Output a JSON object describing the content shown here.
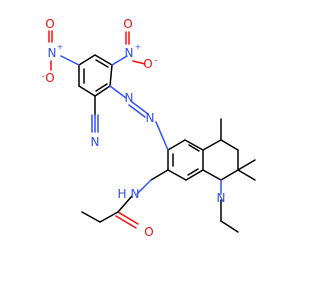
{
  "molecule": {
    "colors": {
      "carbon": "#000000",
      "nitrogen": "#3050F8",
      "oxygen": "#FF0D0D"
    },
    "labels": {
      "n_nitro_left": "N",
      "n_nitro_right": "N",
      "n_cyano": "N",
      "n_azo_1": "N",
      "n_azo_2": "N",
      "n_ring": "N",
      "n_amide": "N",
      "h_amide": "H",
      "o_nitro_left_top": "O",
      "o_nitro_left_bottom": "O",
      "o_nitro_right_top": "O",
      "o_nitro_right_right": "O",
      "o_amide": "O"
    },
    "charges": {
      "plus_left": "+",
      "minus_left": "-",
      "plus_right": "+",
      "minus_right": "-"
    }
  }
}
